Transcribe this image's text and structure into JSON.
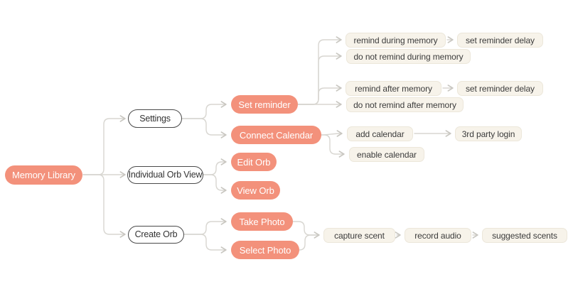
{
  "diagram": {
    "title": "Memory Library flowchart",
    "colors": {
      "primary_node": "#F3917B",
      "primary_text": "#FFFFFF",
      "outline_border": "#4A4A4A",
      "leaf_bg": "#F7F3EA",
      "leaf_border": "#ECE7DA",
      "text": "#3C3C3C",
      "connector": "#D8D6D1"
    },
    "nodes": {
      "memory_library": {
        "label": "Memory Library",
        "type": "root"
      },
      "settings": {
        "label": "Settings",
        "type": "branch"
      },
      "individual_orb_view": {
        "label": "Individual Orb View",
        "type": "branch"
      },
      "create_orb": {
        "label": "Create Orb",
        "type": "branch"
      },
      "set_reminder": {
        "label": "Set reminder",
        "type": "action"
      },
      "connect_calendar": {
        "label": "Connect Calendar",
        "type": "action"
      },
      "edit_orb": {
        "label": "Edit Orb",
        "type": "action"
      },
      "view_orb": {
        "label": "View Orb",
        "type": "action"
      },
      "take_photo": {
        "label": "Take Photo",
        "type": "action"
      },
      "select_photo": {
        "label": "Select Photo",
        "type": "action"
      },
      "remind_during_memory": {
        "label": "remind during memory",
        "type": "leaf"
      },
      "set_reminder_delay_during": {
        "label": "set reminder delay",
        "type": "leaf"
      },
      "do_not_remind_during_memory": {
        "label": "do not remind during memory",
        "type": "leaf"
      },
      "remind_after_memory": {
        "label": "remind after memory",
        "type": "leaf"
      },
      "set_reminder_delay_after": {
        "label": "set reminder delay",
        "type": "leaf"
      },
      "do_not_remind_after_memory": {
        "label": "do not remind after memory",
        "type": "leaf"
      },
      "add_calendar": {
        "label": "add calendar",
        "type": "leaf"
      },
      "third_party_login": {
        "label": "3rd party login",
        "type": "leaf"
      },
      "enable_calendar": {
        "label": "enable calendar",
        "type": "leaf"
      },
      "capture_scent": {
        "label": "capture scent",
        "type": "leaf"
      },
      "record_audio": {
        "label": "record audio",
        "type": "leaf"
      },
      "suggested_scents": {
        "label": "suggested scents",
        "type": "leaf"
      }
    },
    "edges": [
      [
        "memory_library",
        "settings"
      ],
      [
        "memory_library",
        "individual_orb_view"
      ],
      [
        "memory_library",
        "create_orb"
      ],
      [
        "settings",
        "set_reminder"
      ],
      [
        "settings",
        "connect_calendar"
      ],
      [
        "set_reminder",
        "remind_during_memory"
      ],
      [
        "set_reminder",
        "do_not_remind_during_memory"
      ],
      [
        "set_reminder",
        "remind_after_memory"
      ],
      [
        "set_reminder",
        "do_not_remind_after_memory"
      ],
      [
        "remind_during_memory",
        "set_reminder_delay_during"
      ],
      [
        "remind_after_memory",
        "set_reminder_delay_after"
      ],
      [
        "connect_calendar",
        "add_calendar"
      ],
      [
        "connect_calendar",
        "enable_calendar"
      ],
      [
        "add_calendar",
        "third_party_login"
      ],
      [
        "individual_orb_view",
        "edit_orb"
      ],
      [
        "individual_orb_view",
        "view_orb"
      ],
      [
        "create_orb",
        "take_photo"
      ],
      [
        "create_orb",
        "select_photo"
      ],
      [
        "take_photo",
        "capture_scent"
      ],
      [
        "select_photo",
        "capture_scent"
      ],
      [
        "capture_scent",
        "record_audio"
      ],
      [
        "record_audio",
        "suggested_scents"
      ]
    ]
  }
}
